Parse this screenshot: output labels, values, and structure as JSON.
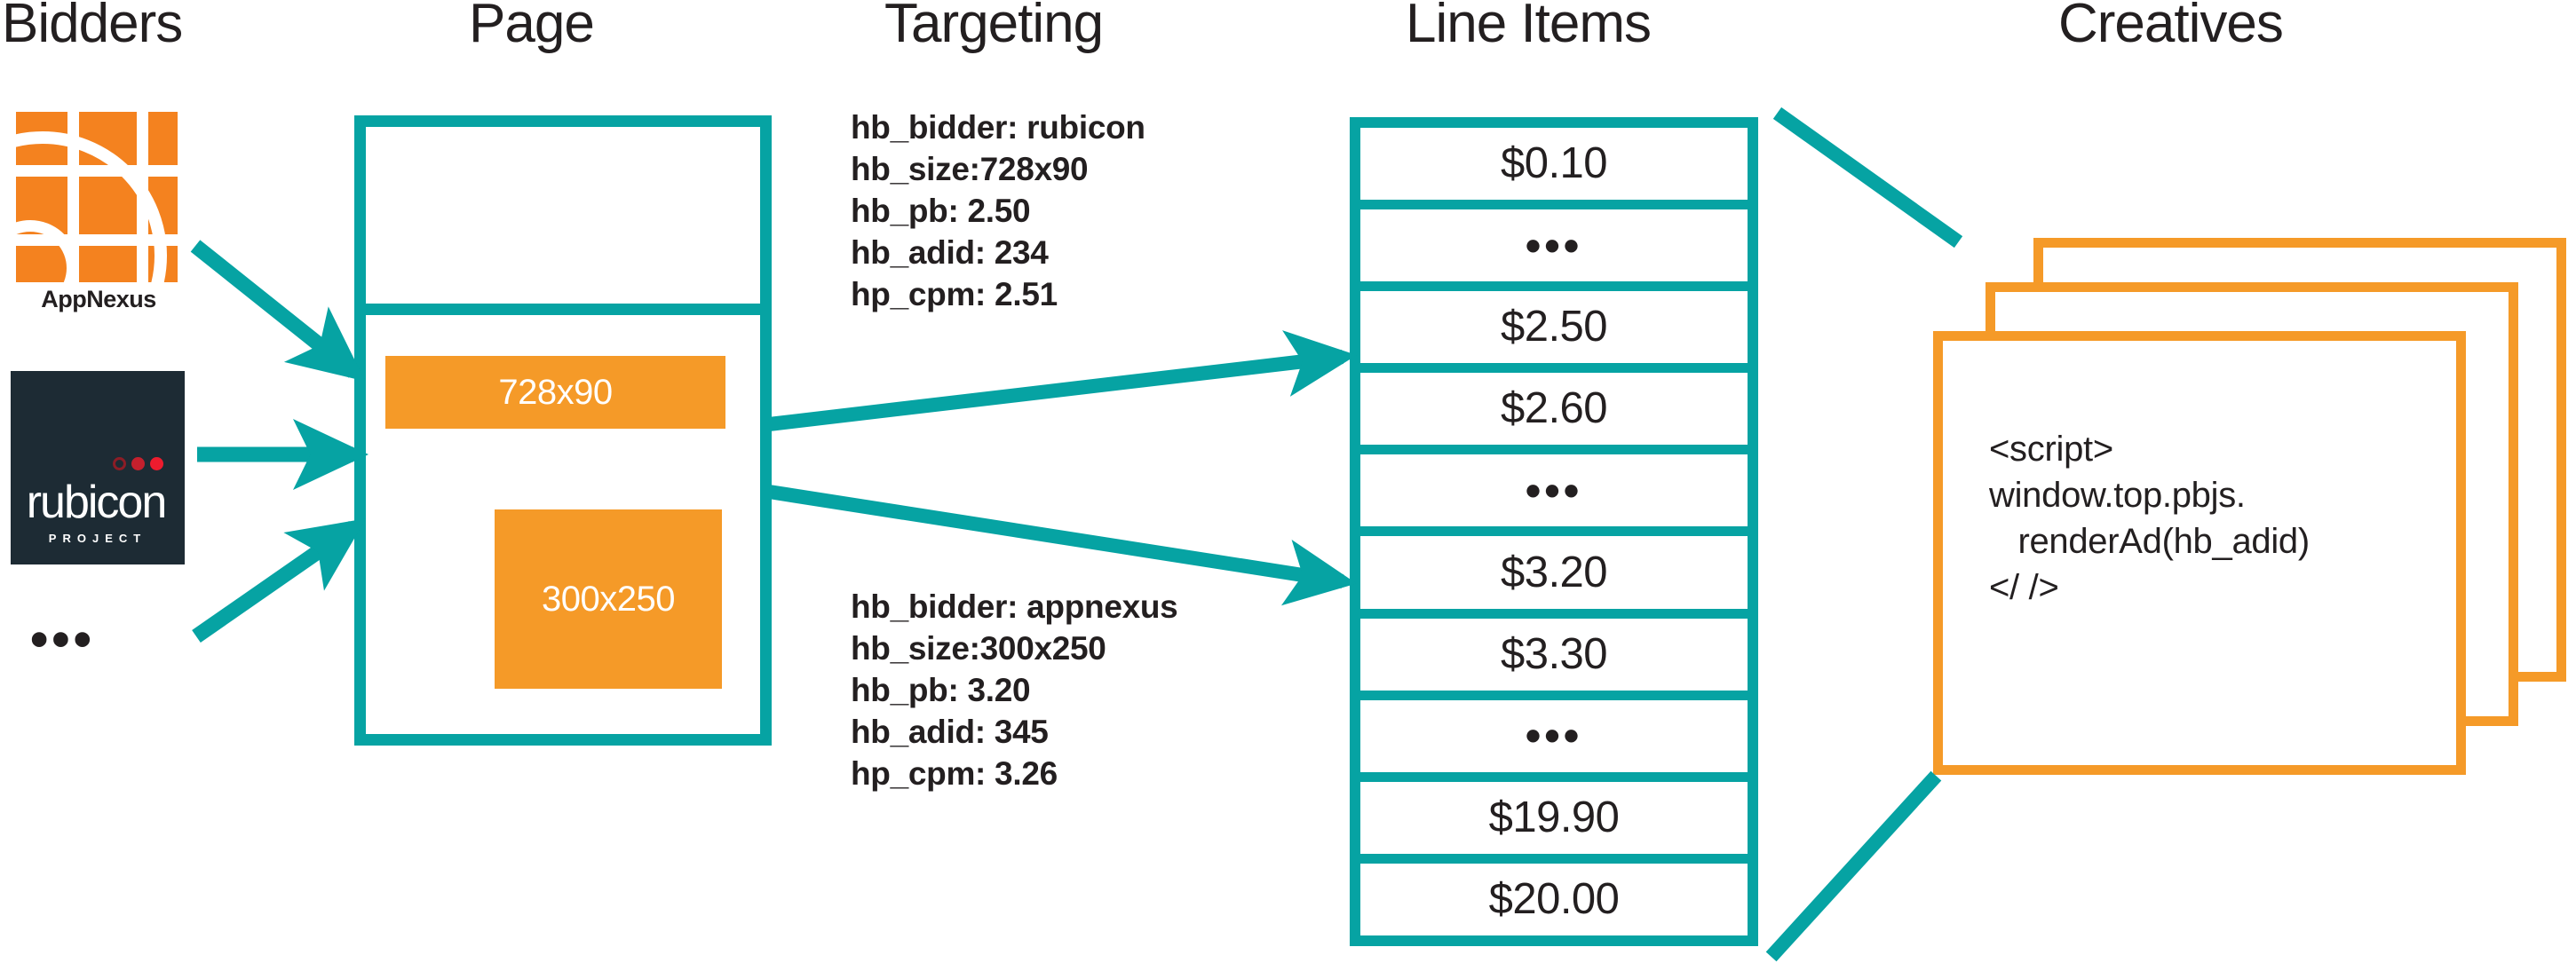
{
  "columns": {
    "bidders": "Bidders",
    "page": "Page",
    "targeting": "Targeting",
    "line_items": "Line Items",
    "creatives": "Creatives"
  },
  "colors": {
    "teal": "#06A3A3",
    "orange": "#F59A28",
    "appnexus_orange": "#F4821F",
    "rubicon_navy": "#1d2b34",
    "rubicon_red": "#ed1c2e",
    "text": "#231f20",
    "background": "#ffffff"
  },
  "bidders": {
    "appnexus": {
      "name": "AppNexus",
      "logo_icon": "appnexus-signal-logo"
    },
    "rubicon": {
      "wordmark": "rubicon",
      "subtitle": "PROJECT",
      "logo_icon": "rubicon-project-logo"
    },
    "more_indicator": "•••"
  },
  "page": {
    "ad_slots": [
      {
        "label": "728x90"
      },
      {
        "label": "300x250"
      }
    ]
  },
  "targeting": {
    "top": {
      "lines": [
        "hb_bidder: rubicon",
        "hb_size:728x90",
        "hb_pb: 2.50",
        "hb_adid: 234",
        "hp_cpm: 2.51"
      ],
      "text": "hb_bidder: rubicon\nhb_size:728x90\nhb_pb: 2.50\nhb_adid: 234\nhp_cpm: 2.51"
    },
    "bottom": {
      "lines": [
        "hb_bidder: appnexus",
        "hb_size:300x250",
        "hb_pb: 3.20",
        "hb_adid: 345",
        "hp_cpm: 3.26"
      ],
      "text": "hb_bidder: appnexus\nhb_size:300x250\nhb_pb: 3.20\nhb_adid: 345\nhp_cpm: 3.26"
    }
  },
  "line_items": {
    "rows": [
      {
        "label": "$0.10",
        "type": "price"
      },
      {
        "label": "•••",
        "type": "ellipsis"
      },
      {
        "label": "$2.50",
        "type": "price"
      },
      {
        "label": "$2.60",
        "type": "price"
      },
      {
        "label": "•••",
        "type": "ellipsis"
      },
      {
        "label": "$3.20",
        "type": "price"
      },
      {
        "label": "$3.30",
        "type": "price"
      },
      {
        "label": "•••",
        "type": "ellipsis"
      },
      {
        "label": "$19.90",
        "type": "price"
      },
      {
        "label": "$20.00",
        "type": "price"
      }
    ]
  },
  "creatives": {
    "card_count": 3,
    "code": "<script>\nwindow.top.pbjs.\n   renderAd(hb_adid)\n</ />"
  }
}
